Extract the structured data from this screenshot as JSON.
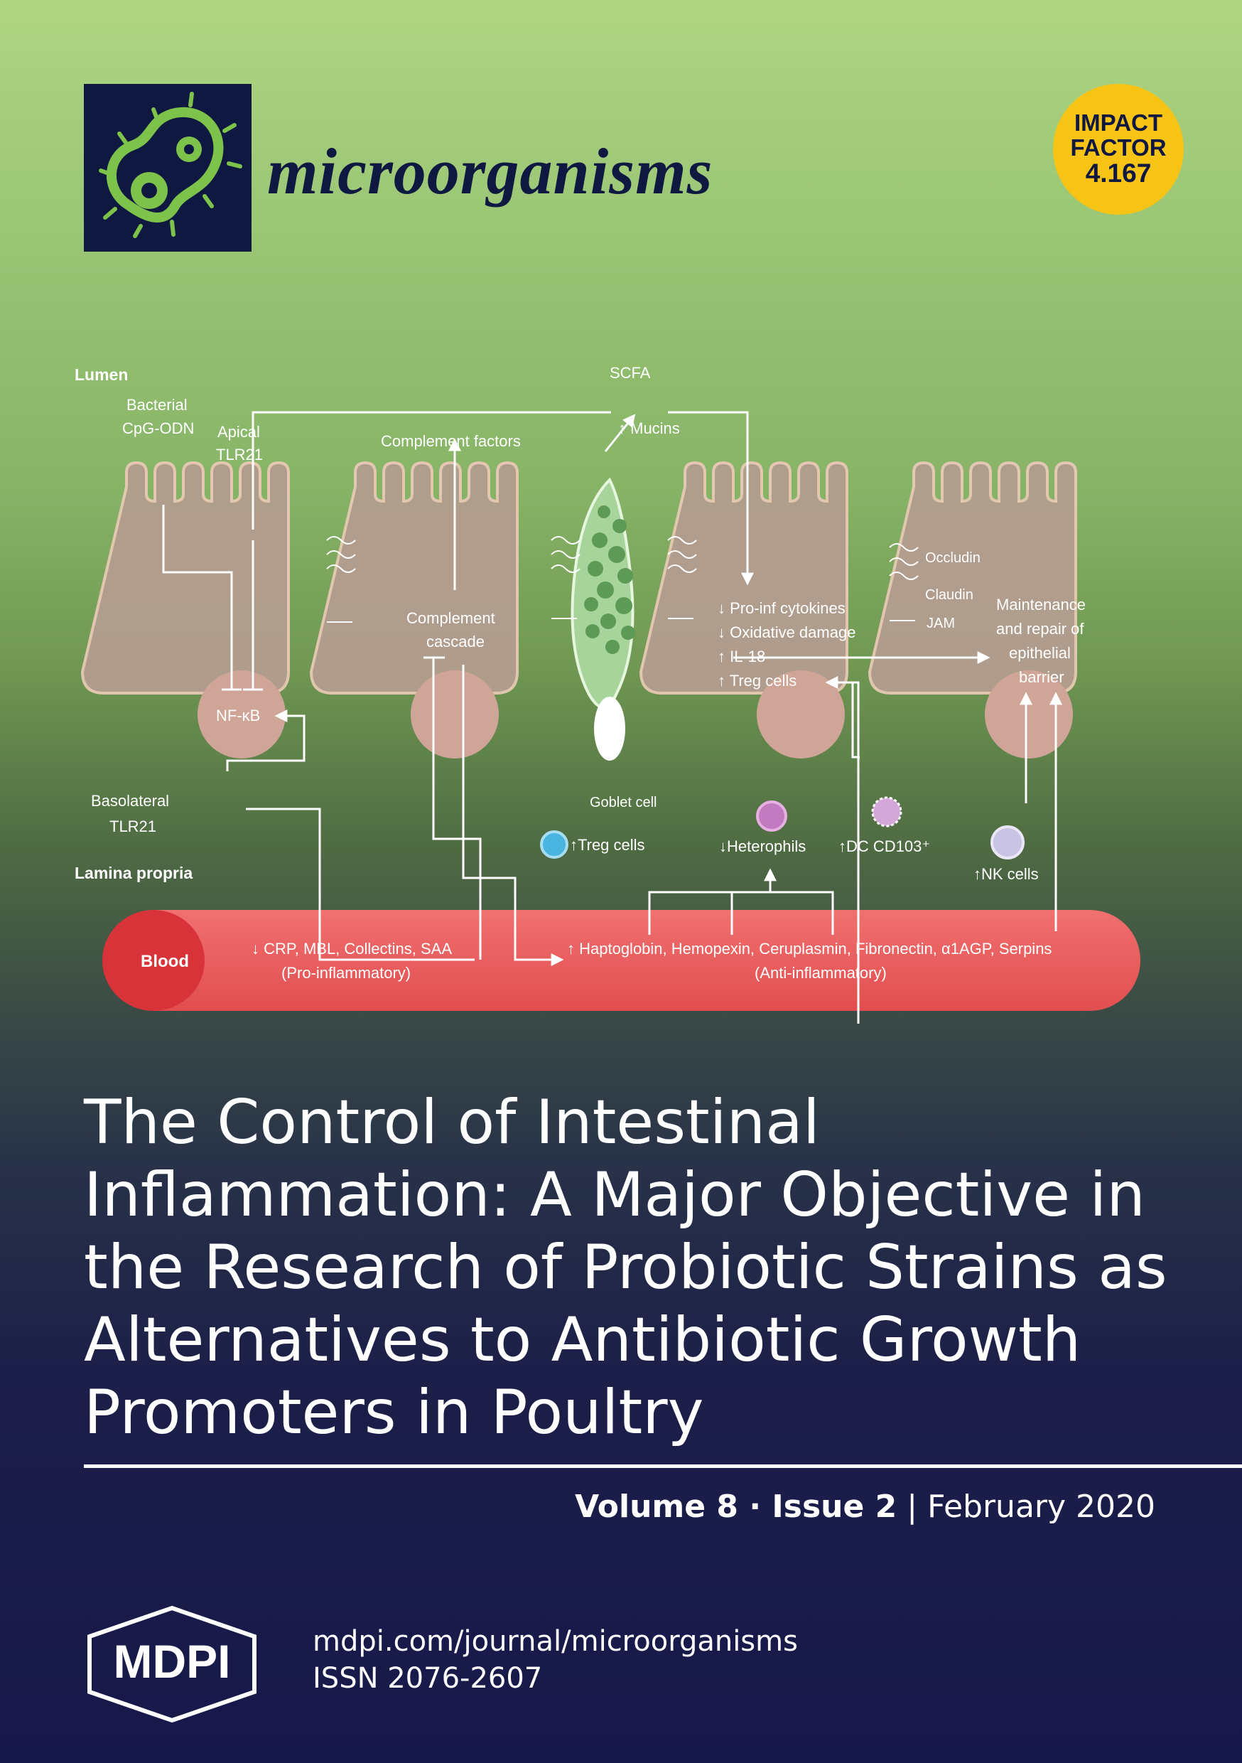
{
  "header": {
    "journal_name": "microorganisms",
    "impact_factor": {
      "line1": "IMPACT",
      "line2": "FACTOR",
      "value": "4.167"
    }
  },
  "diagram": {
    "lumen": "Lumen",
    "bacterial": "Bacterial",
    "cpg_odn": "CpG-ODN",
    "apical": "Apical",
    "tlr21_apical": "TLR21",
    "scfa": "SCFA",
    "mucins": "↑ Mucins",
    "complement_factors": "Complement factors",
    "occludin": "Occludin",
    "claudin": "Claudin",
    "jam": "JAM",
    "complement": "Complement",
    "cascade": "cascade",
    "pro_inf": "↓ Pro-inf cytokines",
    "oxidative": "↓ Oxidative damage",
    "il18": "↑ IL-18",
    "treg_cells_cell": "↑ Treg cells",
    "maintenance": "Maintenance",
    "and_repair": "and repair of",
    "epithelial": "epithelial",
    "barrier": "barrier",
    "nfkb": "NF-κB",
    "goblet_cell": "Goblet cell",
    "basolateral": "Basolateral",
    "tlr21_baso": "TLR21",
    "treg_cells_lp": "↑Treg cells",
    "heterophils": "↓Heterophils",
    "dc": "↑DC CD103⁺",
    "nk": "↑NK cells",
    "lamina_propria": "Lamina propria",
    "blood": "Blood",
    "pro_list": "↓ CRP, MBL, Collectins, SAA",
    "pro_label": "(Pro-inflammatory)",
    "anti_list": "↑ Haptoglobin, Hemopexin, Ceruplasmin, Fibronectin, α1AGP, Serpins",
    "anti_label": "(Anti-inflammatory)"
  },
  "title": {
    "line1": "The Control of Intestinal",
    "line2": "Inflammation: A Major Objective in",
    "line3": "the Research of Probiotic Strains as",
    "line4": "Alternatives to Antibiotic Growth",
    "line5": "Promoters in Poultry"
  },
  "issue": {
    "volume": "Volume 8",
    "sep1": " · ",
    "issue": "Issue 2",
    "sep2": " | ",
    "date": "February 2020"
  },
  "footer": {
    "publisher": "MDPI",
    "url": "mdpi.com/journal/microorganisms",
    "issn": "ISSN 2076-2607"
  },
  "colors": {
    "navy": "#0f1840",
    "badge_yellow": "#f7c416",
    "logo_green": "#7dc24b",
    "cell_fill": "#b39d90",
    "blood_red": "#e85a5c"
  }
}
